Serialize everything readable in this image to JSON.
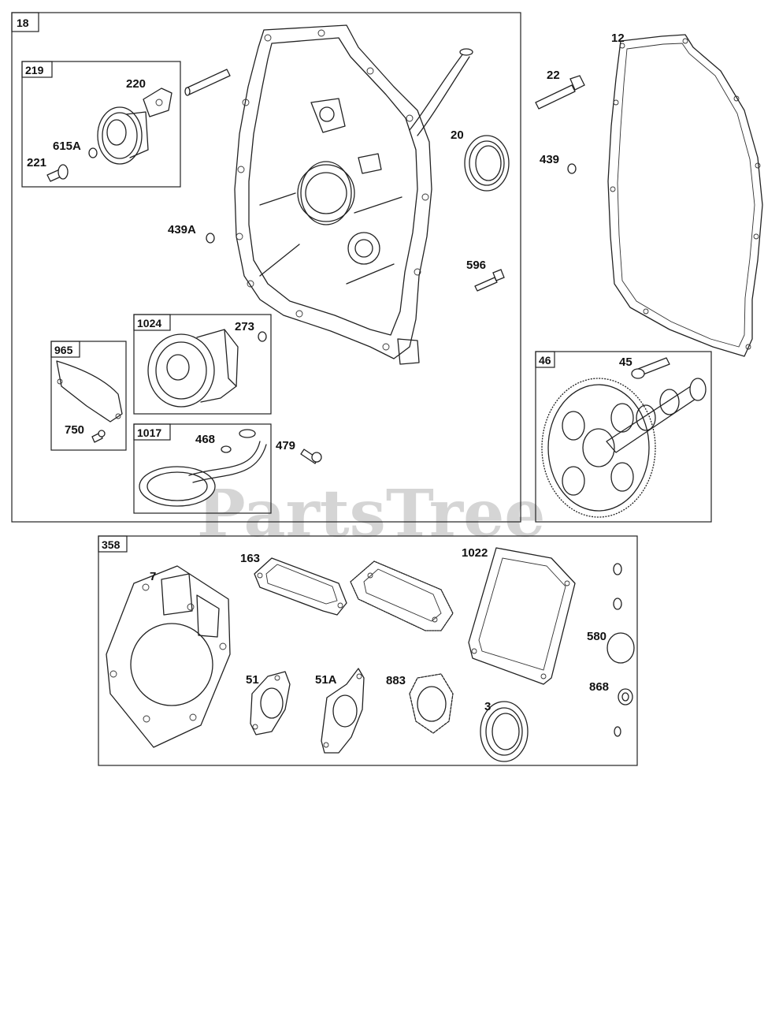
{
  "watermark": "PartsTree",
  "groups": {
    "g18": "18",
    "g219": "219",
    "g1024": "1024",
    "g965": "965",
    "g1017": "1017",
    "g46": "46",
    "g358": "358"
  },
  "labels": {
    "p220": "220",
    "p615A": "615A",
    "p221": "221",
    "p439A": "439A",
    "p273": "273",
    "p750": "750",
    "p468": "468",
    "p479": "479",
    "p22": "22",
    "p12": "12",
    "p20": "20",
    "p439": "439",
    "p596": "596",
    "p45": "45",
    "p7": "7",
    "p163": "163",
    "p1022": "1022",
    "p51": "51",
    "p51A": "51A",
    "p883": "883",
    "p3": "3",
    "p580": "580",
    "p868": "868"
  }
}
